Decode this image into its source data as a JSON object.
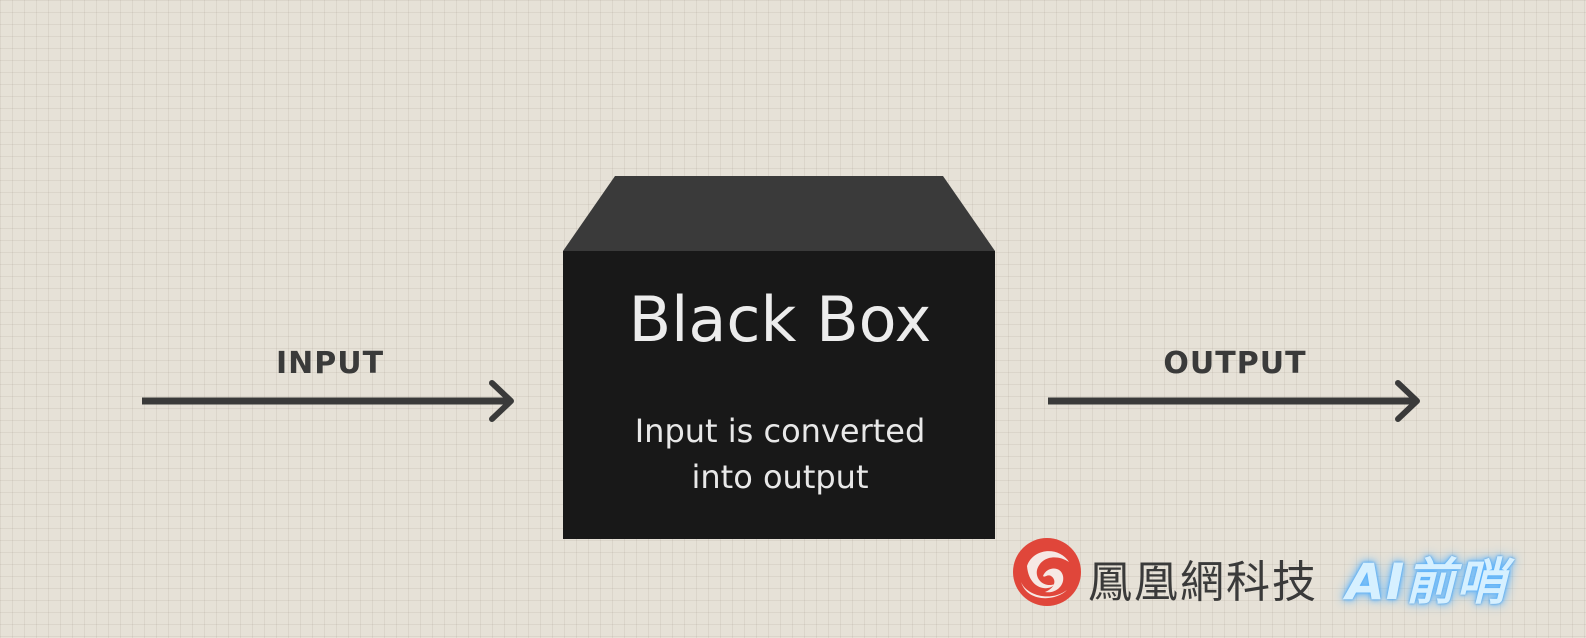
{
  "diagram": {
    "input_label": "INPUT",
    "output_label": "OUTPUT",
    "box_title": "Black Box",
    "box_description_line1": "Input is converted",
    "box_description_line2": "into output"
  },
  "watermark": {
    "brand_name": "鳳凰網科技",
    "brand_tag": "AI前哨"
  },
  "colors": {
    "background": "#e6e1d7",
    "box_front": "#181818",
    "box_top": "#3a3a3a",
    "arrow": "#3a3a3a",
    "logo_red": "#e0463a"
  }
}
